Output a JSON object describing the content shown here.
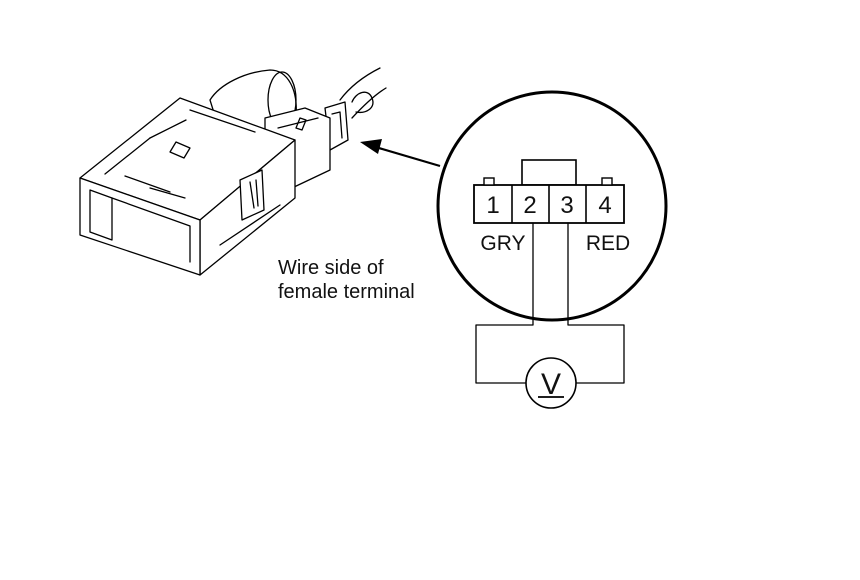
{
  "diagram": {
    "pins": [
      "1",
      "2",
      "3",
      "4"
    ],
    "wire_colors": {
      "pin2": "GRY",
      "pin3": "RED"
    },
    "caption_lines": [
      "Wire side of",
      "female terminal"
    ],
    "meter_symbol": "V"
  }
}
